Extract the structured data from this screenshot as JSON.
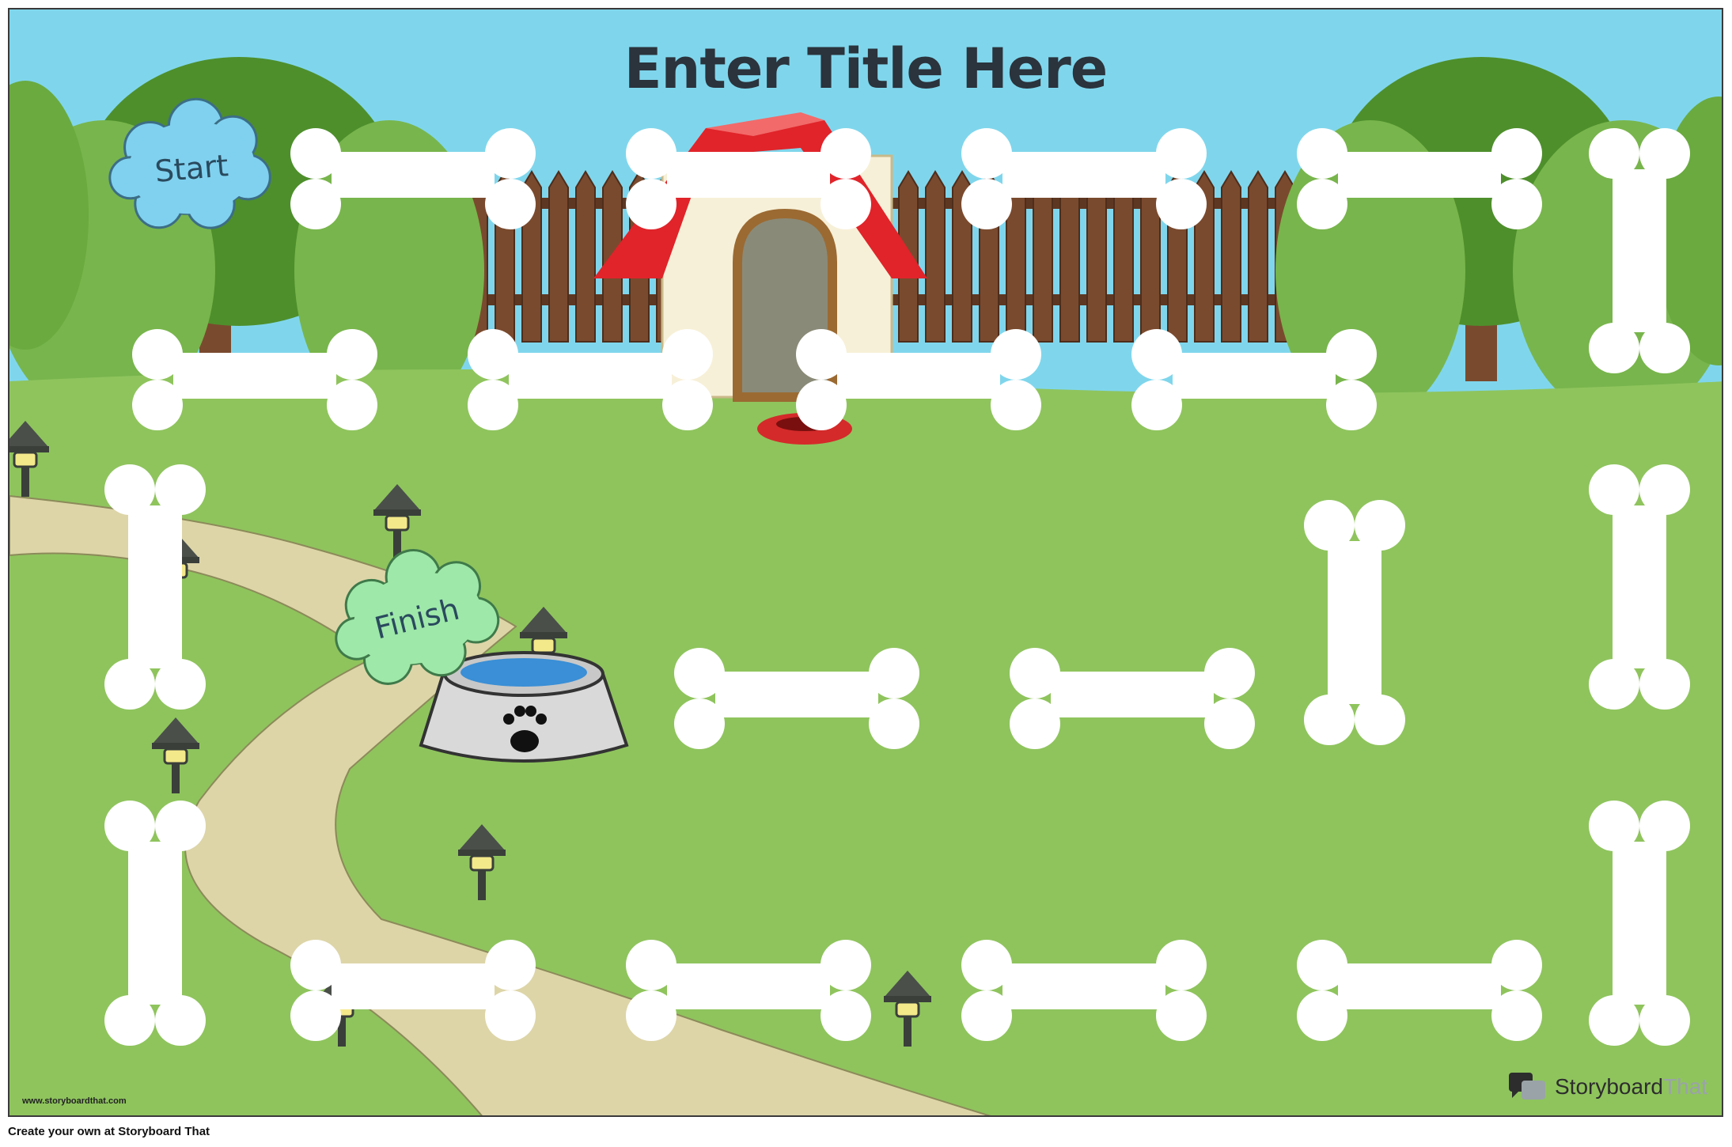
{
  "poster": {
    "title": "Enter Title Here",
    "start_label": "Start",
    "finish_label": "Finish",
    "watermark_url": "www.storyboardthat.com",
    "brand_name_main": "Storyboard",
    "brand_name_suffix": "That",
    "footer": "Create your own at Storyboard That"
  },
  "colors": {
    "sky": "#7fd6ec",
    "grass": "#8fc45d",
    "path": "#ddd5a8",
    "fence": "#7a4a2e",
    "bush": "#6aaa3f",
    "roof": "#e0242a",
    "start_cloud": "#7fd1ef",
    "finish_cloud": "#9ee8a9",
    "bone": "#ffffff"
  },
  "icons": [
    "start-cloud-icon",
    "finish-cloud-icon",
    "dog-house-icon",
    "water-bowl-icon",
    "paw-print-icon",
    "food-bowl-icon",
    "lamp-post-icon",
    "bone-space-icon",
    "storyboard-logo-icon"
  ]
}
